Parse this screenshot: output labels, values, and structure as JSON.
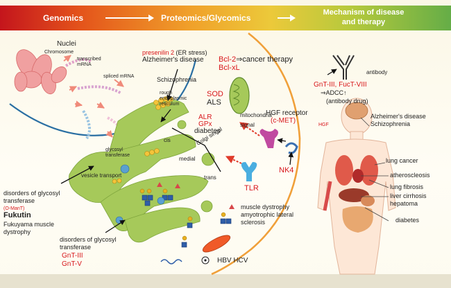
{
  "banner": {
    "genomics": "Genomics",
    "proteomics": "Proteomics/Glycomics",
    "mechanism_line1": "Mechanism of disease",
    "mechanism_line2": "and therapy"
  },
  "cell": {
    "nuclei": "Nuclei",
    "chromosome": "Chromosome",
    "transcribed_line1": "transcribed",
    "transcribed_line2": "mRNA",
    "spliced_mrna": "spliced mRNA",
    "rer_line1": "rough",
    "rer_line2": "endoplasmic",
    "rer_line3": "reticulum",
    "glycosyl_line1": "glycosyl",
    "glycosyl_line2": "transferase",
    "vesicle_transport": "vesicle transport",
    "cis": "cis",
    "medial": "medial",
    "trans": "trans",
    "golgi_signal": "Golgi singal",
    "mitochondria": "mitochondria",
    "signal": "signal"
  },
  "diseases": {
    "presenilin": "presenilin 2",
    "er_stress": " (ER stress)",
    "alzheimers": "Alzheimer's disease",
    "schizophrenia": "Schizophrenia",
    "bcl2": "Bcl-2",
    "cancer_therapy": "⇒cancer therapy",
    "bclxl": "Bcl-xL",
    "sod": "SOD",
    "als": "ALS",
    "alr": "ALR",
    "gpx": "GPx",
    "diabetes": "diabetes",
    "hgf_receptor": "HGF receptor",
    "cmet": "(c-MET)",
    "nk4": "NK4",
    "tlr": "TLR",
    "muscle_line1": "muscle dystrophy",
    "muscle_line2": "amyotrophic lateral",
    "muscle_line3": "sclerosis",
    "hbv_hcv": "HBV HCV",
    "disorders1_line1": "disorders of glycosyl",
    "disorders1_line2": "transferase",
    "omant": "(O-ManT)",
    "fukutin": "Fukutin",
    "fukuyama_line1": "Fukuyama muscle",
    "fukuyama_line2": "dystrophy",
    "disorders2_line1": "disorders of glycosyl",
    "disorders2_line2": "transferase",
    "gnt3": "GnT-III",
    "gnt5": "GnT-V"
  },
  "antibody": {
    "label": "antibody",
    "gnt_fuc": "GnT-III, FucT-VIII",
    "adcc": "⇒ADCC↑",
    "drug": "(antibody drug)"
  },
  "body": {
    "hgf": "HGF",
    "brain_line1": "Alzheimer's disease",
    "brain_line2": "Schizophrenia",
    "lung_cancer": "lung cancer",
    "atherosclerosis": "atheroscleosis",
    "lung_fibrosis": "lung fibrosis",
    "liver_line1": "liver cirrhosis",
    "liver_line2": "hepatoma",
    "diabetes": "diabetes"
  },
  "colors": {
    "accent_red": "#d8161b",
    "membrane": "#f0a03a",
    "organelle": "#a6c95a"
  }
}
